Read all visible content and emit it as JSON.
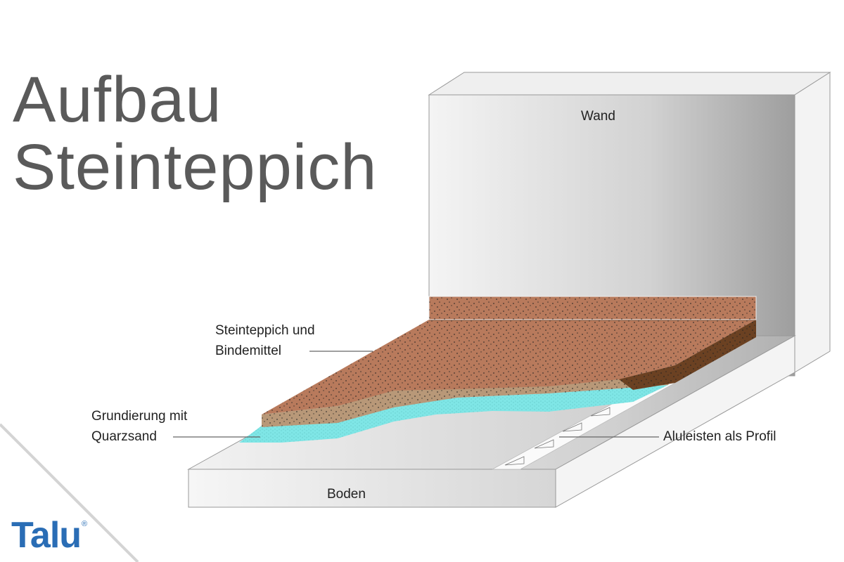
{
  "title": {
    "line1": "Aufbau",
    "line2": "Steinteppich"
  },
  "labels": {
    "wall": "Wand",
    "floor": "Boden",
    "stone_carpet_line1": "Steinteppich und",
    "stone_carpet_line2": "Bindemittel",
    "primer_line1": "Grundierung mit",
    "primer_line2": "Quarzsand",
    "profile": "Aluleisten als Profil"
  },
  "logo": {
    "text": "Talu",
    "mark": "®"
  },
  "colors": {
    "stone_carpet": "#b87a5c",
    "stone_edge": "#6b4122",
    "binder": "#b89878",
    "primer": "#7fe6e6",
    "logo": "#2a6db5"
  }
}
